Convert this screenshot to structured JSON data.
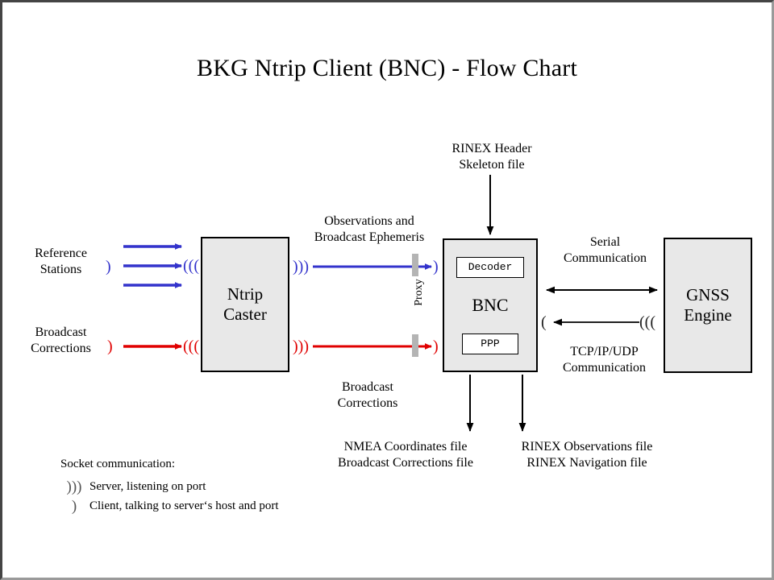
{
  "title": "BKG Ntrip Client (BNC)  -  Flow Chart",
  "nodes": {
    "caster": {
      "line1": "Ntrip",
      "line2": "Caster"
    },
    "bnc": {
      "title": "BNC",
      "decoder": "Decoder",
      "ppp": "PPP"
    },
    "gnss": {
      "line1": "GNSS",
      "line2": "Engine"
    }
  },
  "labels": {
    "reference_stations": "Reference\nStations",
    "reference_stations_l1": "Reference",
    "reference_stations_l2": "Stations",
    "broadcast_corrections_l1": "Broadcast",
    "broadcast_corrections_l2": "Corrections",
    "observations_eph_l1": "Observations and",
    "observations_eph_l2": "Broadcast Ephemeris",
    "broadcast_corrections_mid_l1": "Broadcast",
    "broadcast_corrections_mid_l2": "Corrections",
    "rinex_header_l1": "RINEX Header",
    "rinex_header_l2": "Skeleton file",
    "serial_l1": "Serial",
    "serial_l2": "Communication",
    "tcpip_l1": "TCP/IP/UDP",
    "tcpip_l2": "Communication",
    "proxy": "Proxy",
    "output_left_l1": "NMEA Coordinates file",
    "output_left_l2": "Broadcast Corrections file",
    "output_right_l1": "RINEX Observations file",
    "output_right_l2": "RINEX Navigation file"
  },
  "socket_glyphs": {
    "server": ")))",
    "server_mirrored": "(((",
    "client": ")",
    "client_mirrored": "("
  },
  "legend": {
    "title": "Socket communication:",
    "items": [
      {
        "glyph": ")))",
        "text": "Server, listening  on port"
      },
      {
        "glyph": ")",
        "text": "Client, talking to server‘s host and port"
      }
    ]
  },
  "colors": {
    "blue": "#3333cc",
    "red": "#e00000",
    "black": "#000000",
    "node_fill": "#e8e8e8",
    "proxy_bar": "#b4b4b4",
    "frame_dark": "#444444",
    "frame_light": "#9a9a9a"
  }
}
